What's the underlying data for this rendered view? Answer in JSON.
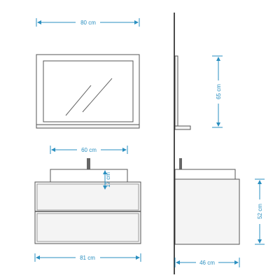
{
  "dimensions": {
    "mirror_width": "80 cm",
    "mirror_height": "65 cm",
    "basin_width": "60 cm",
    "basin_height": "17 cm",
    "cabinet_width": "81 cm",
    "cabinet_depth": "46 cm",
    "cabinet_height": "52 cm"
  },
  "colors": {
    "dimension": "#2a8fc0",
    "outline": "#555555",
    "wall": "#111111"
  }
}
